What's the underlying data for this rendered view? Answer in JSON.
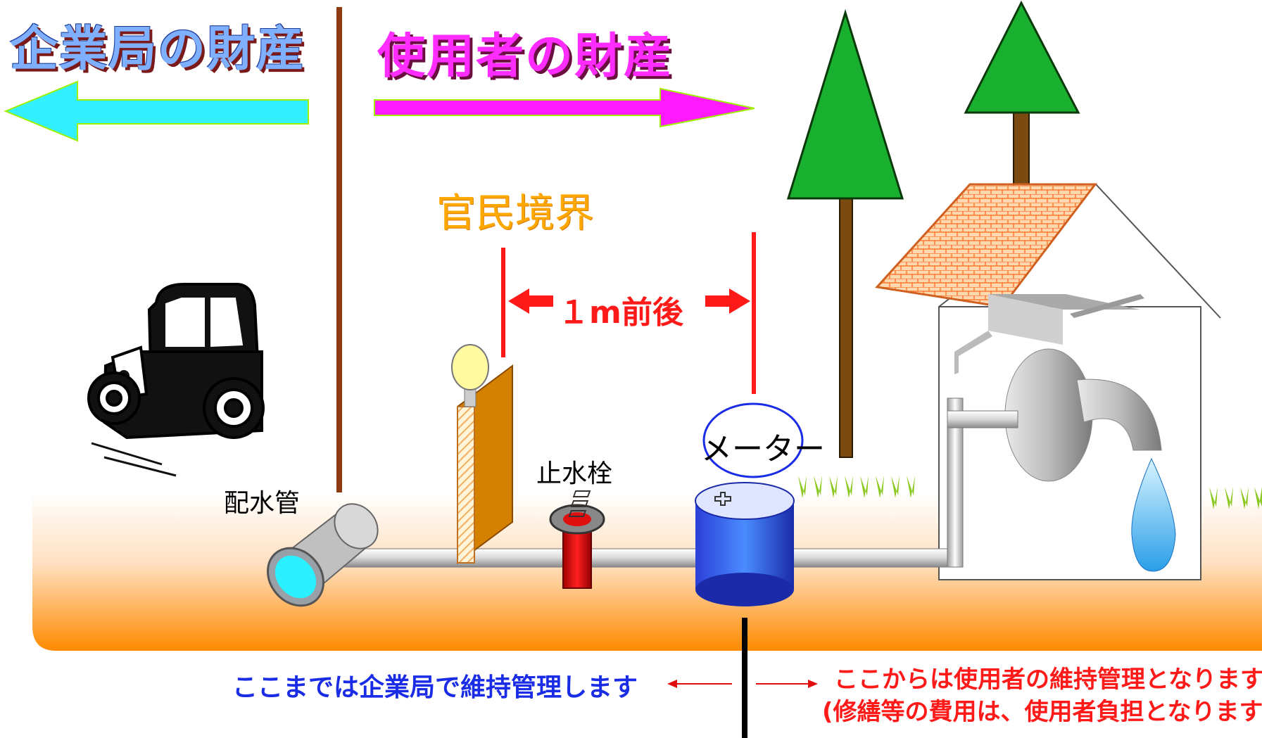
{
  "headers": {
    "enterprise_property": "企業局の財産",
    "user_property": "使用者の財産"
  },
  "labels": {
    "public_private_boundary": "官民境界",
    "distance": "１m前後",
    "main_pipe": "配水管",
    "stop_valve": "止水栓",
    "meter": "メーター"
  },
  "notes": {
    "left": "ここまでは企業局で維持管理します",
    "right_line1": "ここからは使用者の維持管理となります",
    "right_line2": "(修繕等の費用は、使用者負担となります)"
  },
  "colors": {
    "left_arrow": "#33f0ff",
    "right_arrow": "#ff1aff",
    "ground_top": "#ffffff",
    "ground_bottom": "#ff8a00",
    "divider": "#8b3a12",
    "boundary_lines": "#ff1a1a"
  },
  "icons": [
    "car-icon",
    "tree-icon",
    "house-icon",
    "faucet-icon",
    "water-drop-icon",
    "lamp-icon",
    "water-meter-icon",
    "grass-icon"
  ]
}
